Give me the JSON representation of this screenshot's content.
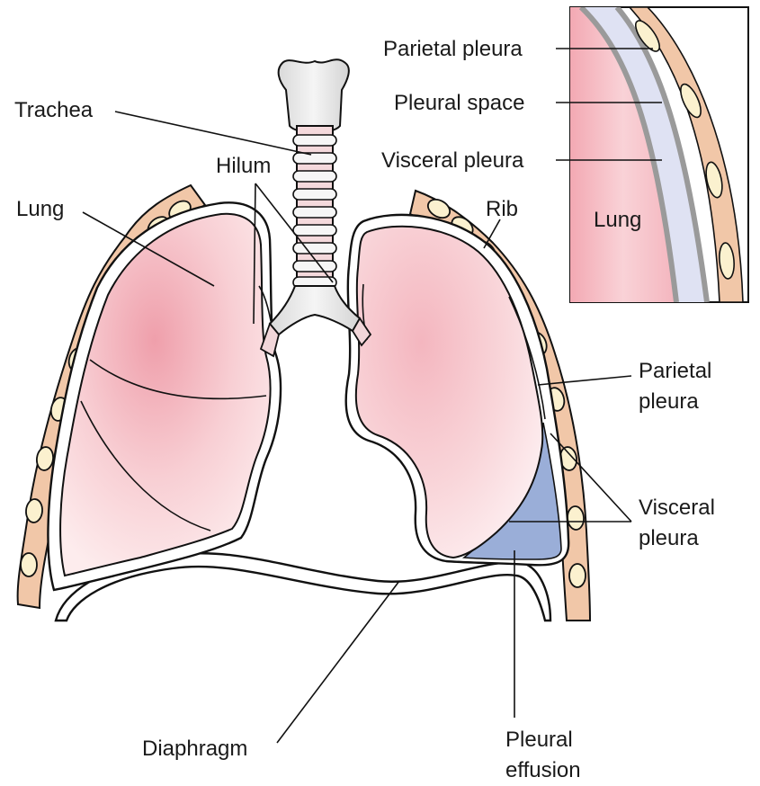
{
  "labels": {
    "trachea": "Trachea",
    "hilum": "Hilum",
    "lung_left": "Lung",
    "rib": "Rib",
    "parietal_pleura_main_line1": "Parietal",
    "parietal_pleura_main_line2": "pleura",
    "visceral_pleura_main_line1": "Visceral",
    "visceral_pleura_main_line2": "pleura",
    "diaphragm": "Diaphragm",
    "pleural_effusion_line1": "Pleural",
    "pleural_effusion_line2": "effusion"
  },
  "inset": {
    "parietal_pleura": "Parietal pleura",
    "pleural_space": "Pleural space",
    "visceral_pleura": "Visceral pleura",
    "lung": "Lung"
  },
  "colors": {
    "lung_fill": "#f7c9cf",
    "lung_light": "#fbe3e5",
    "lung_dark": "#ee9aa5",
    "rib_band": "#f1c7a8",
    "rib_bone": "#fbf1cf",
    "effusion": "#9aaed8",
    "pleural_space": "#dfe2f3",
    "trachea": "#e8e8e8",
    "pleura_gray": "#9a9a9a"
  }
}
